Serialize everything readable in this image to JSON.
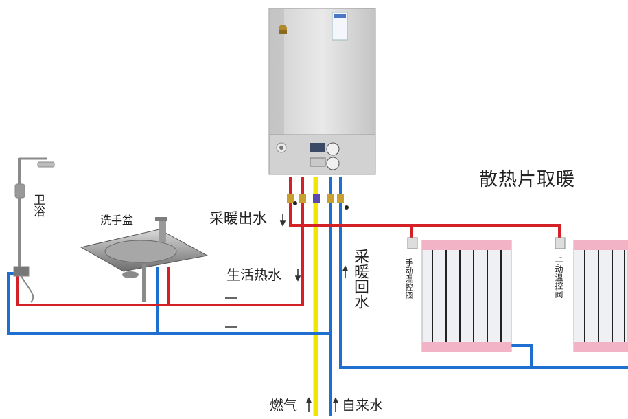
{
  "labels": {
    "radiator_heating": "散热片取暖",
    "heating_outlet": "采暖出水",
    "heating_return": "采暖回水",
    "domestic_hot_water": "生活热水",
    "wash_basin": "洗手盆",
    "bathroom": "卫浴",
    "gas": "燃气",
    "tap_water": "自来水",
    "manual_valve_1": "手动温控阀",
    "manual_valve_2": "手动温控阀"
  },
  "colors": {
    "hot_pipe": "#d42027",
    "cold_pipe": "#1f6fd1",
    "gas_pipe": "#f2e600",
    "radiator_pink": "#f3b3c6",
    "radiator_body": "#eef0f3",
    "boiler": "#dcdcdc"
  }
}
